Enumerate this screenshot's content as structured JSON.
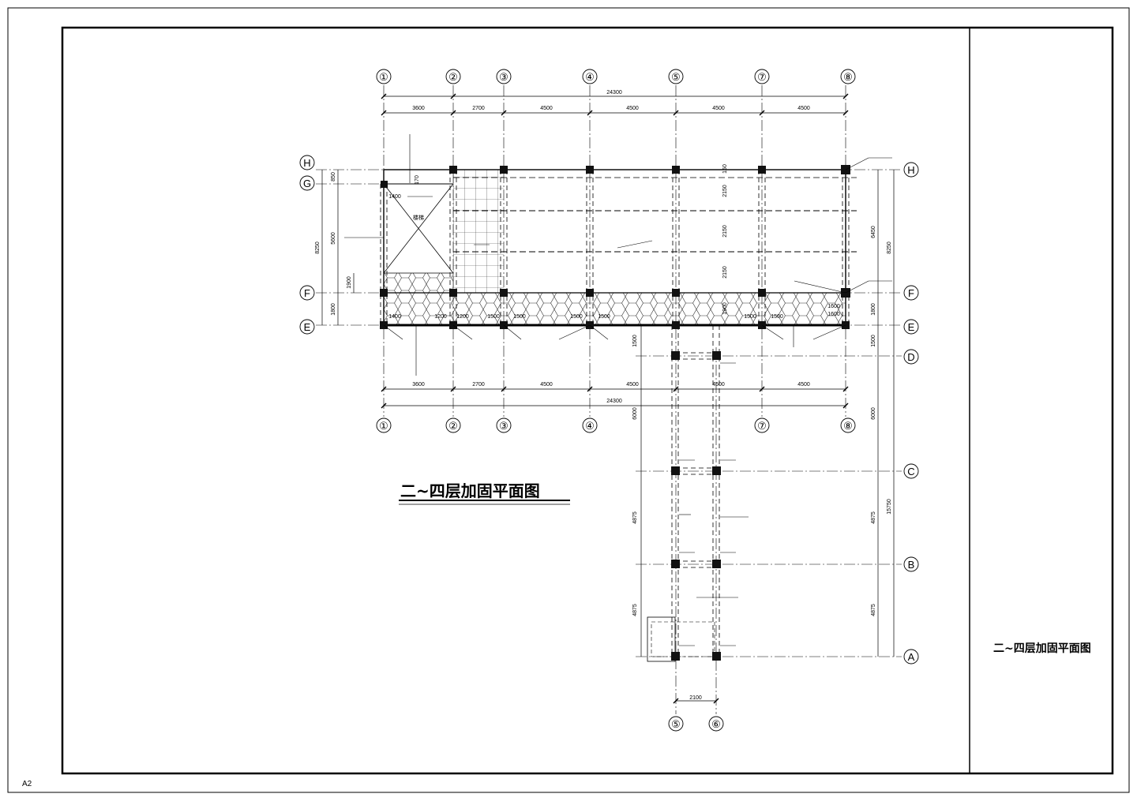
{
  "sheet": {
    "size_code": "A2",
    "title_block_text": "二~四层加固平面图"
  },
  "plan": {
    "title": "二~四层加固平面图",
    "top_axes": [
      "①",
      "②",
      "③",
      "④",
      "⑤",
      "⑦",
      "⑧"
    ],
    "bottom_axes": [
      "①",
      "②",
      "③",
      "④",
      "⑦",
      "⑧"
    ],
    "left_axes": [
      "H",
      "G",
      "F",
      "E"
    ],
    "right_axes": [
      "H",
      "F",
      "E",
      "D",
      "C",
      "B",
      "A"
    ],
    "wing_axes": [
      "⑤",
      "⑥"
    ],
    "top_overall": "24300",
    "top_spans": [
      "3600",
      "2700",
      "4500",
      "4500",
      "4500",
      "4500"
    ],
    "bottom_overall": "24300",
    "bottom_spans": [
      "3600",
      "2700",
      "4500",
      "4500",
      "4500",
      "4500"
    ],
    "left_outer": "8250",
    "left_inner": [
      "850",
      "5600",
      "1800"
    ],
    "left_extra": "1900",
    "right_outer": "8250",
    "right_inner": [
      "6450",
      "1800"
    ],
    "right_wing": [
      "1500",
      "6000",
      "4875",
      "4875"
    ],
    "right_wing_total": "15750",
    "wing_left_dims": [
      "1500",
      "6000",
      "4875",
      "4875"
    ],
    "wing_width": "2100",
    "interior_dims": [
      "2150",
      "2150",
      "2150"
    ],
    "corridor_dims": [
      "1400",
      "1200",
      "1200",
      "1500",
      "1500",
      "1500",
      "1500",
      "1500"
    ],
    "small_dims": [
      "1400",
      "170",
      "1600",
      "1600",
      "1900",
      "150"
    ],
    "stair_label": "楼梯"
  }
}
